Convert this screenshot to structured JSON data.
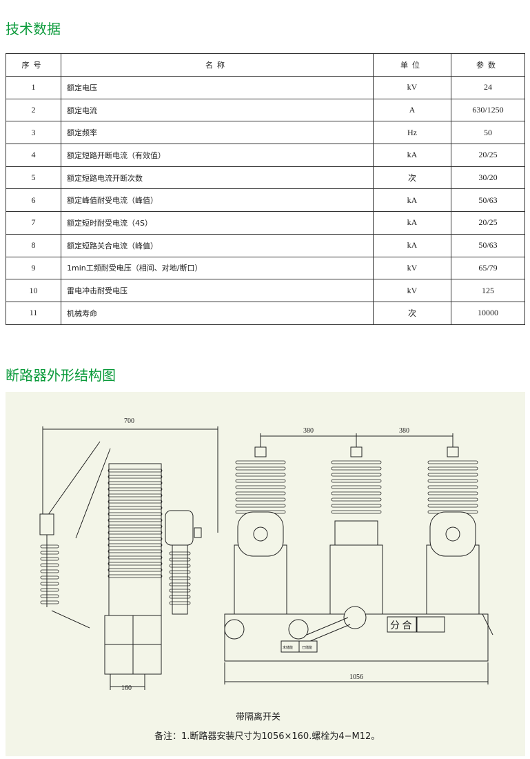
{
  "section1_title": "技术数据",
  "table": {
    "headers": [
      "序号",
      "名称",
      "单位",
      "参数"
    ],
    "rows": [
      [
        "1",
        "额定电压",
        "kV",
        "24"
      ],
      [
        "2",
        "额定电流",
        "A",
        "630/1250"
      ],
      [
        "3",
        "额定频率",
        "Hz",
        "50"
      ],
      [
        "4",
        "额定短路开断电流（有效值）",
        "kA",
        "20/25"
      ],
      [
        "5",
        "额定短路电流开断次数",
        "次",
        "30/20"
      ],
      [
        "6",
        "额定峰值耐受电流（峰值）",
        "kA",
        "50/63"
      ],
      [
        "7",
        "额定短时耐受电流（4S）",
        "kA",
        "20/25"
      ],
      [
        "8",
        "额定短路关合电流（峰值）",
        "kA",
        "50/63"
      ],
      [
        "9",
        "1min工频耐受电压（相间、对地/断口）",
        "kV",
        "65/79"
      ],
      [
        "10",
        "雷电冲击耐受电压",
        "kV",
        "125"
      ],
      [
        "11",
        "机械寿命",
        "次",
        "10000"
      ]
    ]
  },
  "section2_title": "断路器外形结构图",
  "drawing": {
    "dim_width_side": "700",
    "dim_phase_1": "380",
    "dim_phase_2": "380",
    "dim_total": "1056",
    "dim_base": "160",
    "indicator": "分 合",
    "label_uncharged": "未储能",
    "label_charged": "已储能",
    "caption": "带隔离开关",
    "note": "备注：1.断路器安装尺寸为1056×160.螺栓为4−M12。"
  }
}
